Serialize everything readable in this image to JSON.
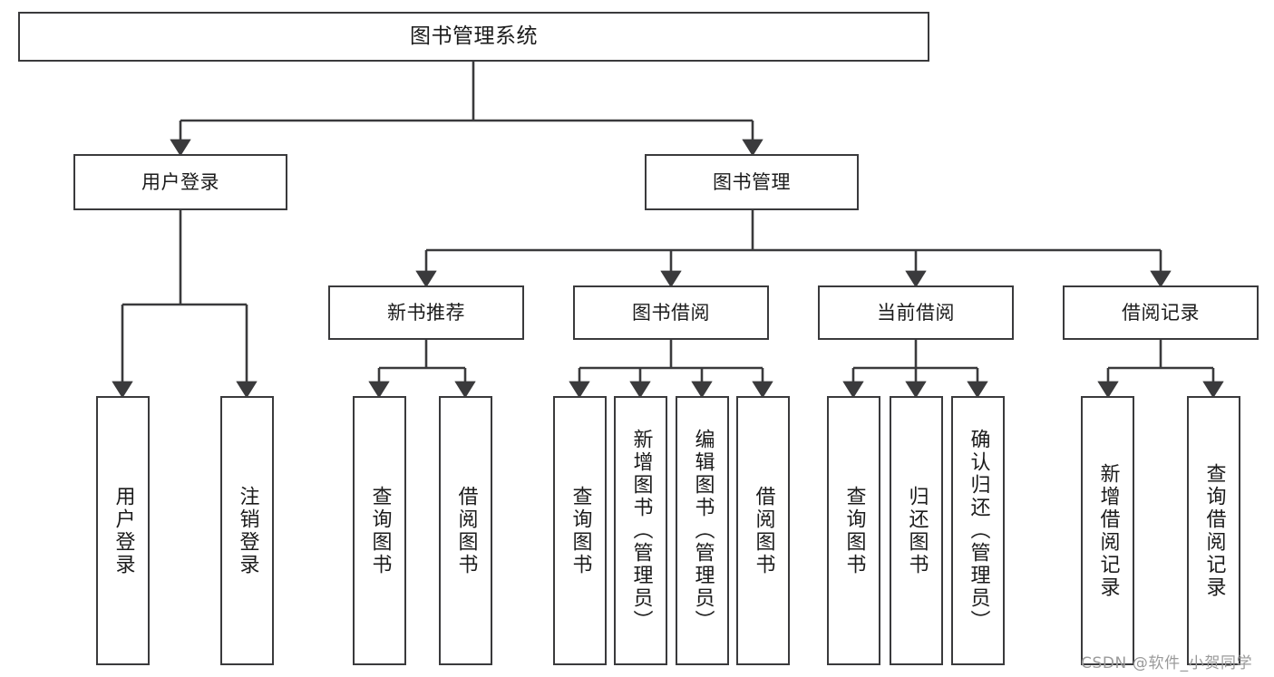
{
  "diagram": {
    "type": "tree-hierarchy",
    "title": "图书管理系统",
    "watermark": "CSDN @软件_小贺同学",
    "colors": {
      "box_border": "#3a3a3c",
      "box_fill": "#ffffff",
      "connector": "#3a3a3c",
      "text": "#1b1b1b",
      "background": "#ffffff",
      "watermark": "#9a9a9a"
    },
    "levels": {
      "level1": [
        {
          "id": "root",
          "label": "图书管理系统"
        }
      ],
      "level2": [
        {
          "id": "user-login",
          "label": "用户登录"
        },
        {
          "id": "book-management",
          "label": "图书管理"
        }
      ],
      "level3": [
        {
          "id": "new-book-recommend",
          "label": "新书推荐"
        },
        {
          "id": "book-borrow",
          "label": "图书借阅"
        },
        {
          "id": "current-borrow",
          "label": "当前借阅"
        },
        {
          "id": "borrow-record",
          "label": "借阅记录"
        }
      ],
      "level4": [
        {
          "id": "leaf-user-login",
          "parent": "user-login",
          "label": "用户登录"
        },
        {
          "id": "leaf-user-logout",
          "parent": "user-login",
          "label": "注销登录"
        },
        {
          "id": "leaf-query-book-a",
          "parent": "new-book-recommend",
          "label": "查询图书"
        },
        {
          "id": "leaf-borrow-book-a",
          "parent": "new-book-recommend",
          "label": "借阅图书"
        },
        {
          "id": "leaf-query-book-b",
          "parent": "book-borrow",
          "label": "查询图书"
        },
        {
          "id": "leaf-add-book",
          "parent": "book-borrow",
          "label": "新增图书（管理员）"
        },
        {
          "id": "leaf-edit-book",
          "parent": "book-borrow",
          "label": "编辑图书（管理员）"
        },
        {
          "id": "leaf-borrow-book-b",
          "parent": "book-borrow",
          "label": "借阅图书"
        },
        {
          "id": "leaf-query-book-c",
          "parent": "current-borrow",
          "label": "查询图书"
        },
        {
          "id": "leaf-return-book",
          "parent": "current-borrow",
          "label": "归还图书"
        },
        {
          "id": "leaf-confirm-return",
          "parent": "current-borrow",
          "label": "确认归还（管理员）"
        },
        {
          "id": "leaf-add-record",
          "parent": "borrow-record",
          "label": "新增借阅记录"
        },
        {
          "id": "leaf-query-record",
          "parent": "borrow-record",
          "label": "查询借阅记录"
        }
      ]
    }
  }
}
